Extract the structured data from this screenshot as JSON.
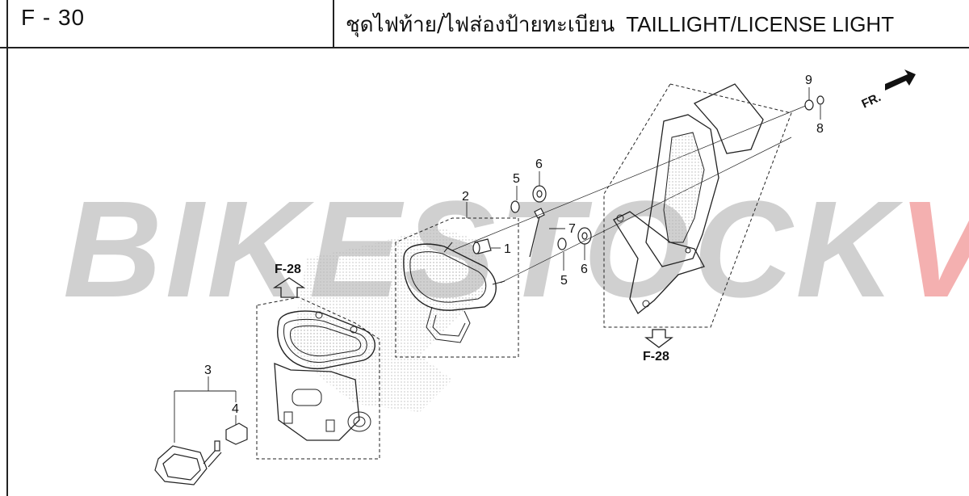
{
  "header": {
    "code": "F - 30",
    "title_th": "ชุดไฟท้าย/ไฟส่องป้ายทะเบียน",
    "title_en": "TAILLIGHT/LICENSE LIGHT"
  },
  "watermark": {
    "part1": "BIKESTOCK",
    "part2": "VN",
    "color_part1": "#969696",
    "color_part2": "#e65050"
  },
  "callouts": {
    "c1": "1",
    "c2": "2",
    "c3": "3",
    "c4": "4",
    "c5a": "5",
    "c5b": "5",
    "c6a": "6",
    "c6b": "6",
    "c7": "7",
    "c8": "8",
    "c9": "9"
  },
  "references": {
    "ref_left": "F-28",
    "ref_right": "F-28"
  },
  "front_indicator": "FR."
}
